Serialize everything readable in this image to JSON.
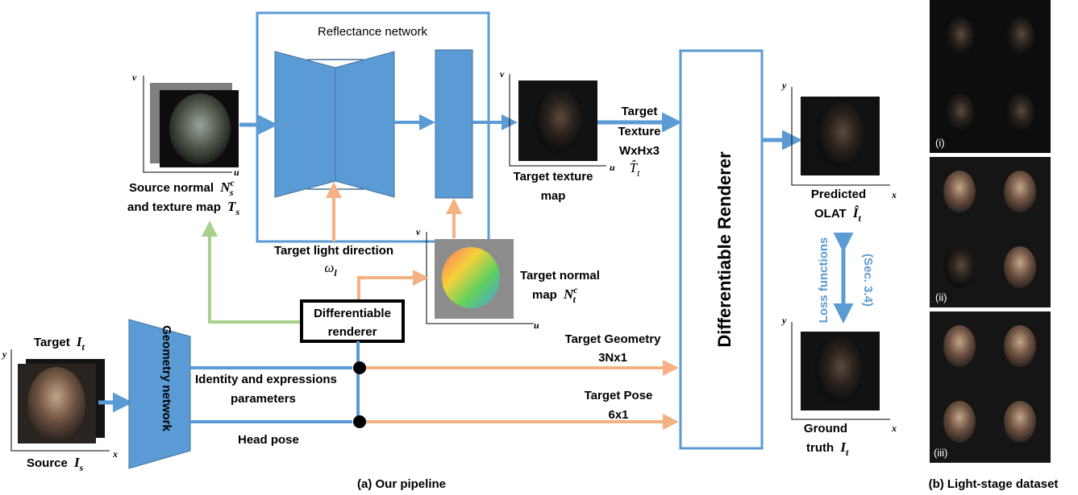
{
  "colors": {
    "blue": "#5b9bd5",
    "blue_dark": "#41719c",
    "orange": "#f4b183",
    "green": "#a9d18e",
    "dark_image": "#141414"
  },
  "reflectance": {
    "title": "Reflectance network"
  },
  "source": {
    "normal_label_line1": "Source normal",
    "normal_math": "N",
    "normal_sup": "c",
    "normal_sub": "s",
    "texture_label_line2": "and texture map",
    "texture_math": "T",
    "texture_sub": "s",
    "axis_u": "u",
    "axis_v": "v"
  },
  "target_texture_map": {
    "line1": "Target texture",
    "line2": "map",
    "axis_u": "u",
    "axis_v": "v"
  },
  "target_texture_arrow": {
    "line1": "Target",
    "line2": "Texture",
    "line3": "WxHx3",
    "math": "T̂",
    "sub": "t"
  },
  "light": {
    "line1": "Target light direction",
    "math": "ω",
    "sub": "l"
  },
  "normal_map": {
    "line1": "Target normal",
    "line2": "map",
    "math": "N",
    "sup": "c",
    "sub": "t",
    "axis_u": "u",
    "axis_v": "v"
  },
  "diff_renderer_small": {
    "line1": "Differentiable",
    "line2": "renderer"
  },
  "diff_renderer_big": {
    "label": "Differentiable Renderer"
  },
  "target_input": {
    "label": "Target",
    "math": "I",
    "sub": "t",
    "axis_x": "x",
    "axis_y": "y"
  },
  "source_input": {
    "label": "Source",
    "math": "I",
    "sub": "s"
  },
  "geometry_network": {
    "label": "Geometry network"
  },
  "params": {
    "line1": "Identity and expressions",
    "line2": "parameters"
  },
  "head_pose": {
    "label": "Head pose"
  },
  "target_geometry": {
    "line1": "Target Geometry",
    "line2": "3Nx1"
  },
  "target_pose": {
    "line1": "Target Pose",
    "line2": "6x1"
  },
  "predicted": {
    "line1": "Predicted",
    "line2": "OLAT",
    "math": "Î",
    "sub": "t",
    "axis_x": "x",
    "axis_y": "y"
  },
  "loss": {
    "line1": "Loss functions",
    "line2": "(Sec. 3.4)"
  },
  "ground_truth": {
    "line1": "Ground",
    "line2": "truth",
    "math": "I",
    "sub": "t",
    "axis_x": "x",
    "axis_y": "y"
  },
  "captions": {
    "a": "(a) Our pipeline",
    "b": "(b) Light-stage dataset"
  },
  "dataset": {
    "i": "(i)",
    "ii": "(ii)",
    "iii": "(iii)"
  }
}
